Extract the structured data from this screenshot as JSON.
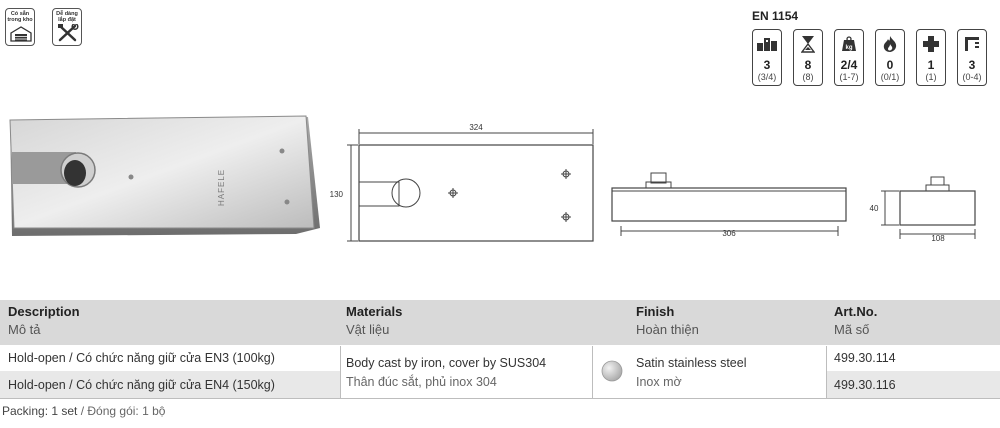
{
  "badges": {
    "stock_caption": "Có sẵn trong kho",
    "install_caption": "Dễ dàng lắp đặt"
  },
  "en1154": {
    "title": "EN 1154",
    "items": [
      {
        "icon": "building-icon",
        "value": "3",
        "range": "(3/4)"
      },
      {
        "icon": "hourglass-icon",
        "value": "8",
        "range": "(8)"
      },
      {
        "icon": "weight-icon",
        "value": "2/4",
        "range": "(1-7)"
      },
      {
        "icon": "fire-icon",
        "value": "0",
        "range": "(0/1)"
      },
      {
        "icon": "safety-cross-icon",
        "value": "1",
        "range": "(1)"
      },
      {
        "icon": "corrosion-icon",
        "value": "3",
        "range": "(0-4)"
      }
    ]
  },
  "drawings": {
    "product_brand": "HAFELE",
    "top_view_length": "324",
    "top_view_width": "130",
    "side_view_length": "306",
    "end_view_height": "40",
    "end_view_width": "108"
  },
  "table": {
    "headers": [
      {
        "en": "Description",
        "vn": "Mô tả"
      },
      {
        "en": "Materials",
        "vn": "Vật liệu"
      },
      {
        "en": "Finish",
        "vn": "Hoàn thiện"
      },
      {
        "en": "Art.No.",
        "vn": "Mã số"
      }
    ],
    "rows": [
      {
        "description": "Hold-open / Có chức năng giữ cửa EN3 (100kg)",
        "art_no": "499.30.114"
      },
      {
        "description": "Hold-open / Có chức năng giữ cửa EN4 (150kg)",
        "art_no": "499.30.116"
      }
    ],
    "materials_en": "Body cast by iron, cover by SUS304",
    "materials_vn": "Thân đúc sắt, phủ inox 304",
    "finish_en": "Satin stainless steel",
    "finish_vn": "Inox mờ",
    "finish_swatch_color": "#c8c8c8"
  },
  "packing": {
    "en": "Packing: 1 set",
    "vn": " / Đóng gói: 1 bộ"
  }
}
